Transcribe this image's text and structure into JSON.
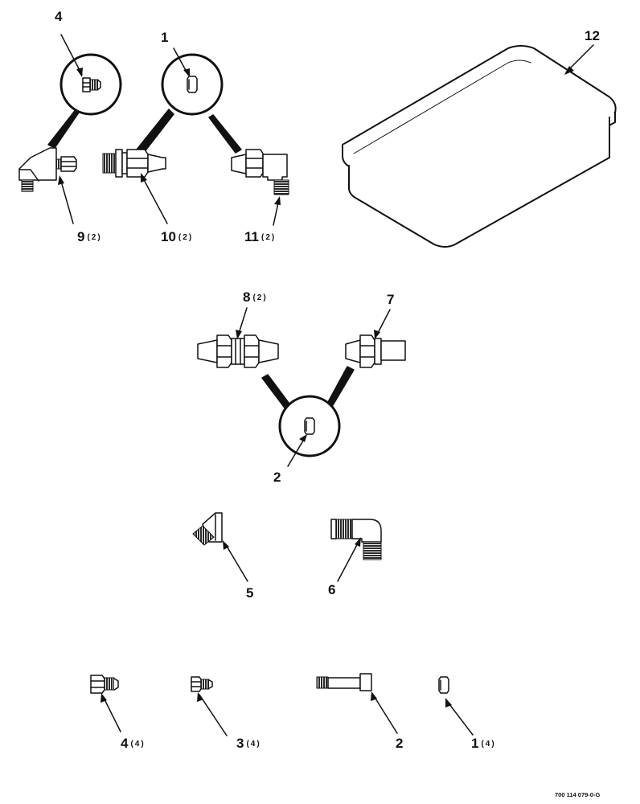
{
  "callouts": {
    "c1_top": "1",
    "c4_top": "4",
    "c12": "12",
    "c9": "9",
    "c9_qty": "(2)",
    "c10": "10",
    "c10_qty": "(2)",
    "c11": "11",
    "c11_qty": "(2)",
    "c8": "8",
    "c8_qty": "(2)",
    "c7": "7",
    "c2_mid": "2",
    "c5": "5",
    "c6": "6",
    "c4_bottom": "4",
    "c4_bottom_qty": "(4)",
    "c3": "3",
    "c3_qty": "(4)",
    "c2_bottom": "2",
    "c1_bottom": "1",
    "c1_bottom_qty": "(4)"
  },
  "document_id": "700 114 079-0-G",
  "colors": {
    "ink": "#111111",
    "paper": "#ffffff",
    "thread": "#2a2a2a"
  }
}
